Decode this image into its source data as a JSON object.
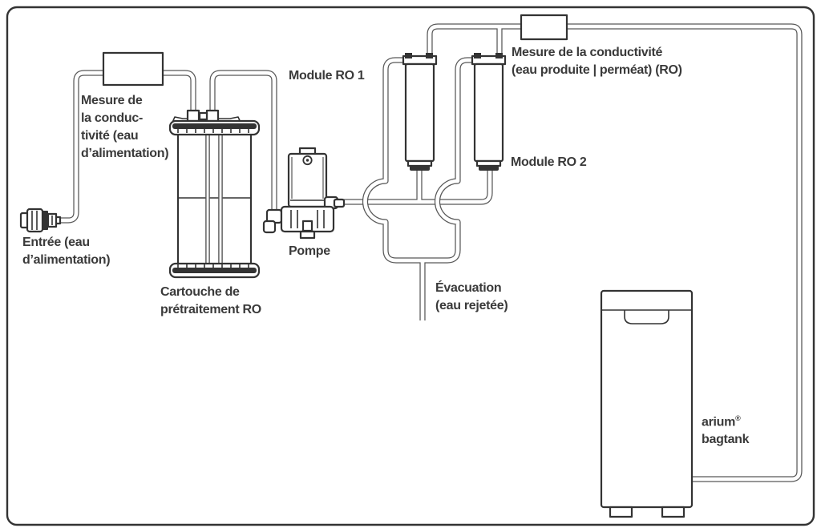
{
  "figure": {
    "type": "piping-diagram",
    "labels": {
      "inlet": {
        "lines": [
          "Entrée (eau",
          "d’alimentation)"
        ]
      },
      "feed_cond": {
        "lines": [
          "Mesure de",
          "la conduc-",
          "tivité (eau",
          "d’alimentation)"
        ]
      },
      "cartridge": {
        "lines": [
          "Cartouche de",
          "prétraitement RO"
        ]
      },
      "module_ro1": {
        "lines": [
          "Module RO 1"
        ]
      },
      "pump": {
        "lines": [
          "Pompe"
        ]
      },
      "module_ro2": {
        "lines": [
          "Module RO 2"
        ]
      },
      "perm_cond": {
        "lines": [
          "Mesure de la conductivité",
          "(eau produite | perméat) (RO)"
        ]
      },
      "drain": {
        "lines": [
          "Évacuation",
          "(eau rejetée)"
        ]
      },
      "bagtank": {
        "brand": "arium",
        "reg": "®",
        "product": "bagtank"
      }
    },
    "colors": {
      "line": "#585858",
      "component": "#333333",
      "text": "#3a3a3a",
      "background": "#ffffff"
    }
  }
}
